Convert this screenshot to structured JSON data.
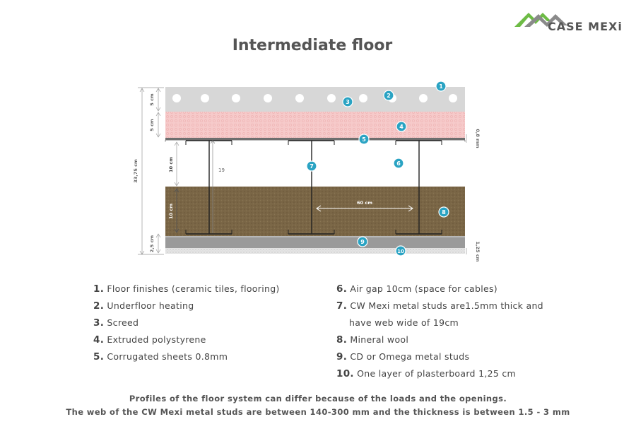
{
  "brand": {
    "name": "CASE MEXi"
  },
  "title": "Intermediate floor",
  "dimensions": {
    "total_height": "33,75 cm",
    "finish_thickness": "5 cm",
    "insulation_thickness": "5 cm",
    "air_gap_height": "10 cm",
    "wool_height": "10 cm",
    "cd_height": "2,5 cm",
    "sheet_thickness": "0,8 mm",
    "plaster_thickness": "1,25 cm",
    "stud_web": "19",
    "stud_spacing": "60 cm"
  },
  "badges": [
    "1",
    "2",
    "3",
    "4",
    "5",
    "6",
    "7",
    "8",
    "9",
    "10"
  ],
  "legend": {
    "left": [
      {
        "num": "1.",
        "text": "Floor finishes (ceramic tiles, flooring)"
      },
      {
        "num": "2.",
        "text": "Underfloor heating"
      },
      {
        "num": "3.",
        "text": "Screed"
      },
      {
        "num": "4.",
        "text": "Extruded polystyrene"
      },
      {
        "num": "5.",
        "text": "Corrugated sheets 0.8mm"
      }
    ],
    "right": [
      {
        "num": "6.",
        "text": "Air gap 10cm (space for cables)"
      },
      {
        "num": "7.",
        "text": "CW Mexi metal studs are1.5mm thick and",
        "cont": "have web wide of 19cm"
      },
      {
        "num": "8.",
        "text": "Mineral wool"
      },
      {
        "num": "9.",
        "text": "CD or Omega metal studs"
      },
      {
        "num": "10.",
        "text": "One layer of plasterboard 1,25 cm"
      }
    ]
  },
  "footer": {
    "line1": "Profiles of the floor system can differ because of the loads and the openings.",
    "line2": "The web of the CW Mexi metal studs are between 140-300 mm and the thickness is between 1.5 - 3 mm"
  },
  "colors": {
    "screed": "#d7d7d7",
    "polystyrene": "#f6caca",
    "mineral_wool": "#7a6646",
    "corrugated": "#6e6e6e",
    "cd_studs": "#9a9a9a",
    "plasterboard": "#e2e2e2",
    "badge": "#2aa3c3",
    "logo_green": "#6dbb45"
  }
}
